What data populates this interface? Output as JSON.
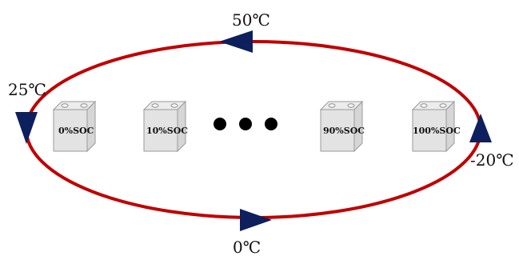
{
  "diagram": {
    "cycle_color": "#c00000",
    "arrow_color": "#0d1f5c",
    "temperatures": {
      "top": "50℃",
      "left": "25℃",
      "right": "-20℃",
      "bottom": "0℃"
    },
    "cells": [
      "0%SOC",
      "10%SOC",
      "90%SOC",
      "100%SOC"
    ],
    "ellipsis_dot_count": 3
  }
}
